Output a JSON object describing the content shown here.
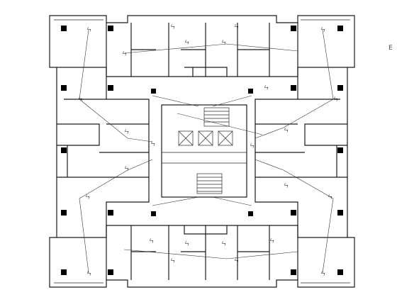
{
  "drawing": {
    "type": "floor-plan-electrical",
    "corner_label": "E",
    "wire_symbol": "ㄣ",
    "colors": {
      "line": "#1a1a1a",
      "background": "#ffffff",
      "column": "#000000"
    }
  }
}
